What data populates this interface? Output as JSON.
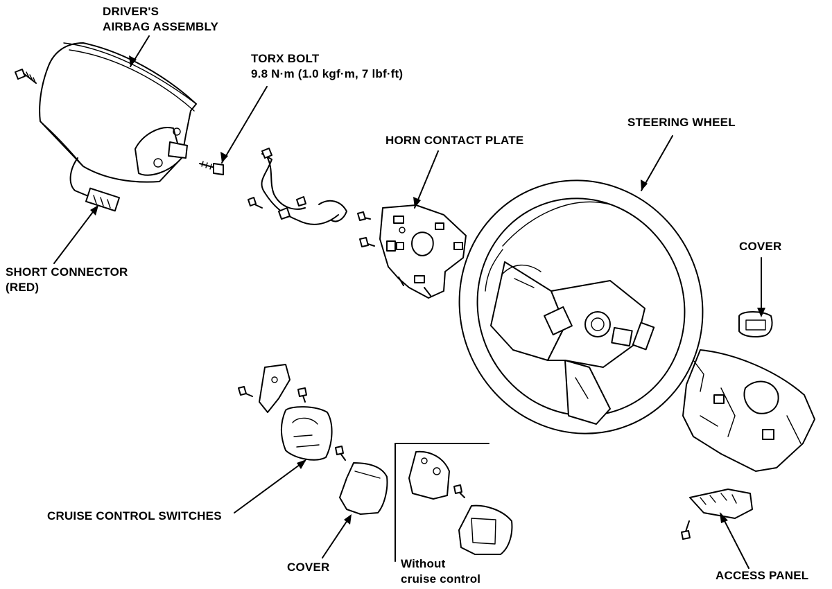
{
  "labels": {
    "airbag_line1": "DRIVER'S",
    "airbag_line2": "AIRBAG ASSEMBLY",
    "torx_line1": "TORX BOLT",
    "torx_line2": "9.8 N·m (1.0 kgf·m, 7 lbf·ft)",
    "horn_contact_plate": "HORN CONTACT PLATE",
    "steering_wheel": "STEERING WHEEL",
    "cover_right": "COVER",
    "short_connector_line1": "SHORT CONNECTOR",
    "short_connector_line2": "(RED)",
    "cruise_control_switches": "CRUISE CONTROL SWITCHES",
    "cover_bottom": "COVER",
    "without_line1": "Without",
    "without_line2": "cruise control",
    "access_panel": "ACCESS PANEL"
  }
}
